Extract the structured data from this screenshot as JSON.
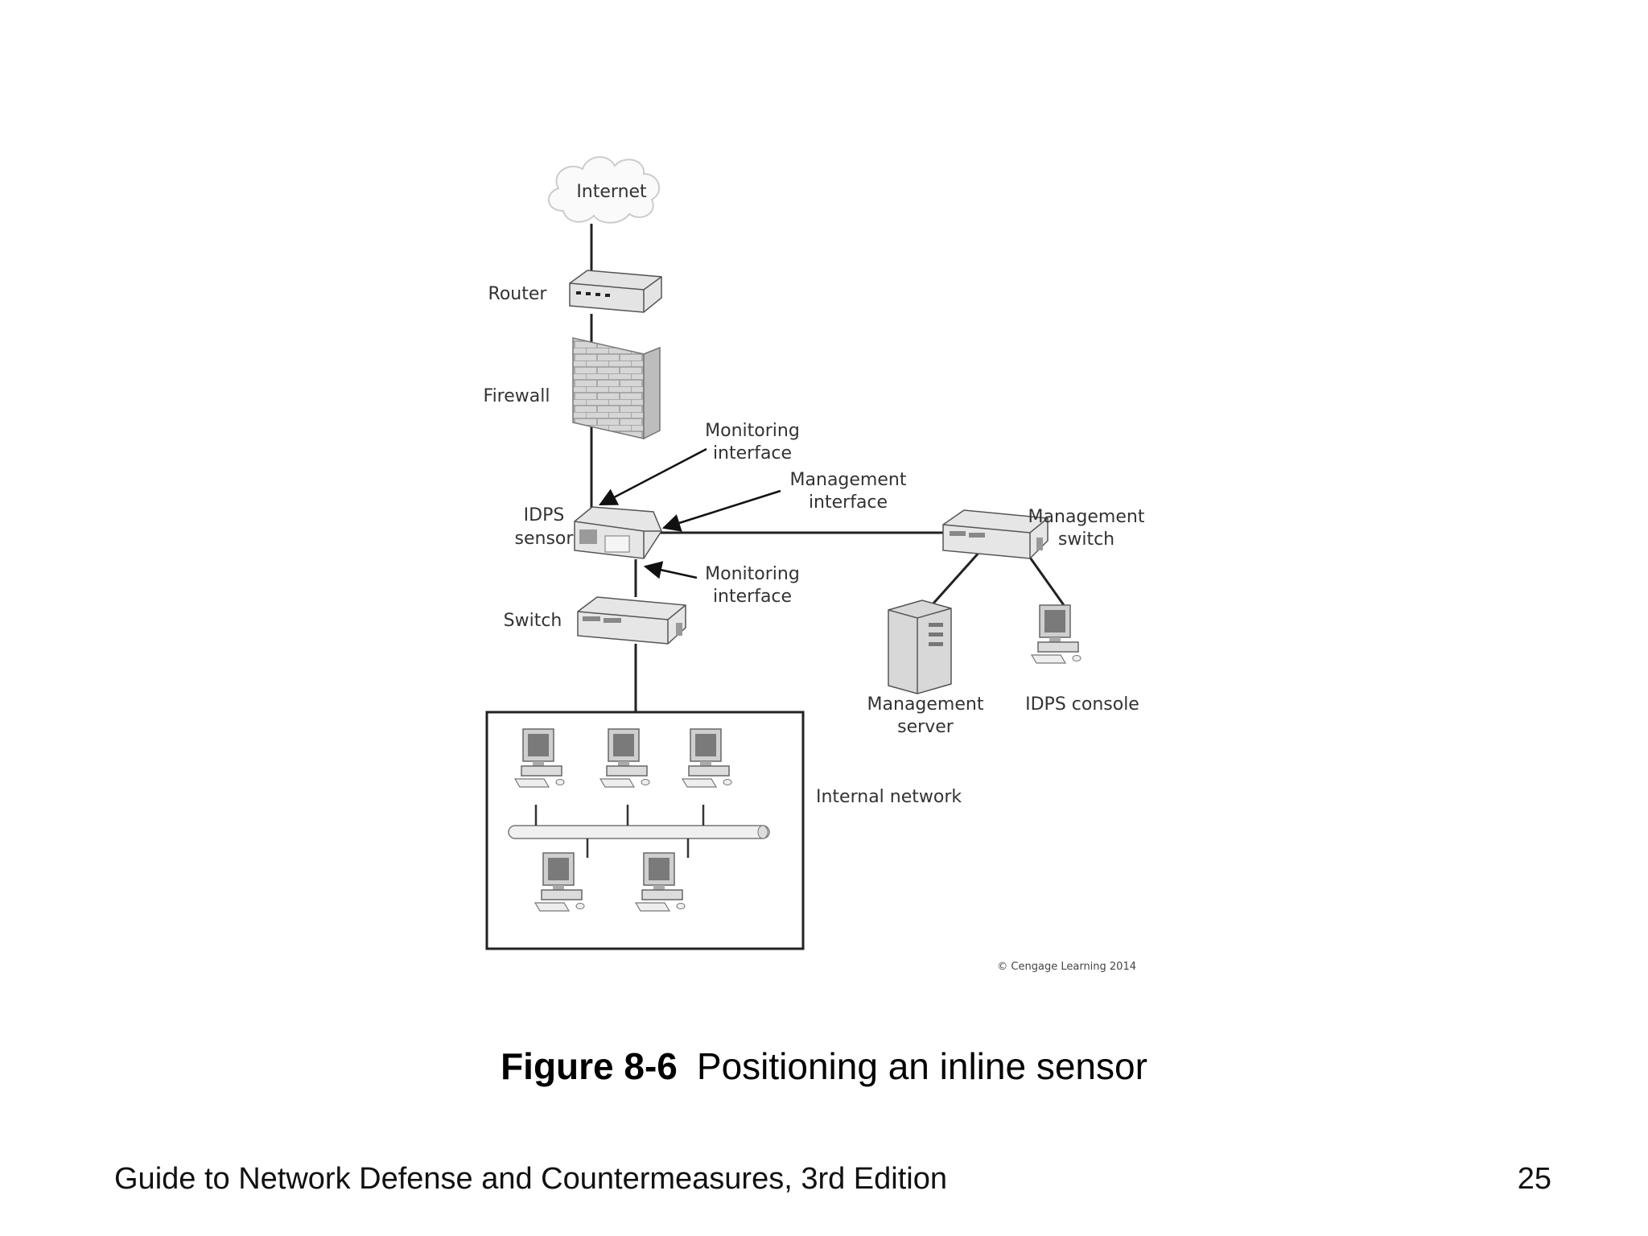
{
  "diagram": {
    "labels": {
      "internet": "Internet",
      "router": "Router",
      "firewall": "Firewall",
      "monitoring_top_1": "Monitoring",
      "monitoring_top_2": "interface",
      "management_if_1": "Management",
      "management_if_2": "interface",
      "idps_sensor_1": "IDPS",
      "idps_sensor_2": "sensor",
      "monitoring_bottom_1": "Monitoring",
      "monitoring_bottom_2": "interface",
      "switch": "Switch",
      "management_switch_1": "Management",
      "management_switch_2": "switch",
      "management_server_1": "Management",
      "management_server_2": "server",
      "idps_console": "IDPS console",
      "internal_network": "Internal network",
      "copyright": "© Cengage Learning 2014"
    }
  },
  "caption": {
    "figure_number": "Figure 8-6",
    "title": "Positioning an inline sensor"
  },
  "footer": {
    "book_title": "Guide to Network Defense and Countermeasures, 3rd  Edition",
    "page_number": "25"
  }
}
